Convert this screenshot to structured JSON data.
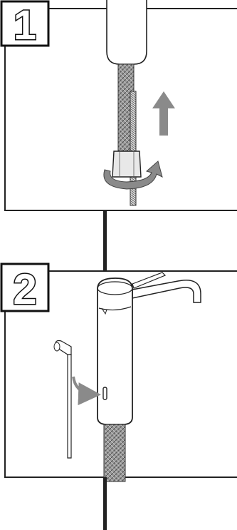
{
  "steps": [
    {
      "number": "1",
      "instruction_arrow": "up"
    },
    {
      "number": "2"
    }
  ],
  "colors": {
    "outline": "#222222",
    "arrow_gray": "#8a8a8a",
    "hose": "#7b7b7b",
    "background": "#ffffff"
  },
  "icons": [
    "step-badge",
    "tap-body",
    "braided-hose",
    "threaded-rod",
    "rotate-arrow",
    "up-arrow",
    "allen-key",
    "pointer-arrow",
    "spout"
  ]
}
